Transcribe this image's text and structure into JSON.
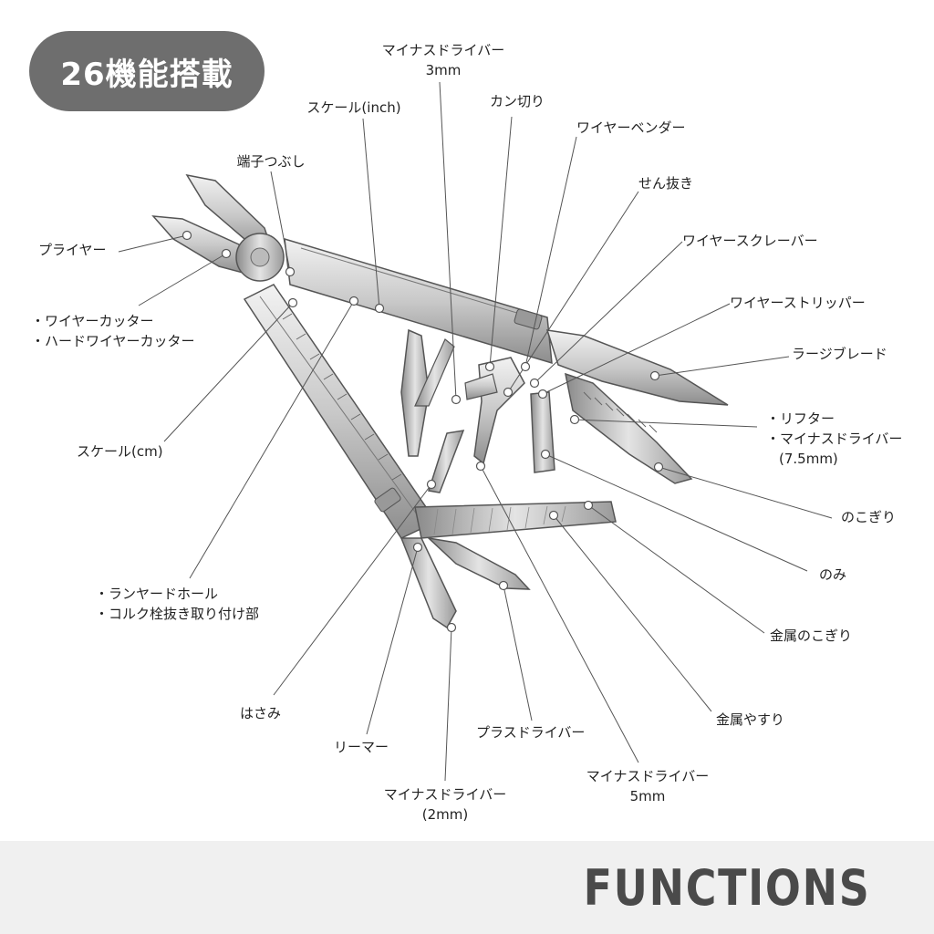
{
  "badge": {
    "text": "26機能搭載"
  },
  "footer": {
    "title": "FUNCTIONS"
  },
  "labels": {
    "minus_3mm": [
      "マイナスドライバー",
      "3mm"
    ],
    "scale_inch": "スケール(inch)",
    "can_opener": "カン切り",
    "wire_bender": "ワイヤーベンダー",
    "crimper": "端子つぶし",
    "bottle_opener": "せん抜き",
    "pliers": "プライヤー",
    "wire_scraper": "ワイヤースクレーバー",
    "wire_cutters": [
      "・ワイヤーカッター",
      "・ハードワイヤーカッター"
    ],
    "wire_stripper": "ワイヤーストリッパー",
    "large_blade": "ラージブレード",
    "lifter_minus": [
      "・リフター",
      "・マイナスドライバー",
      "(7.5mm)"
    ],
    "scale_cm": "スケール(cm)",
    "saw": "のこぎり",
    "chisel": "のみ",
    "lanyard": [
      "・ランヤードホール",
      "・コルク栓抜き取り付け部"
    ],
    "metal_saw": "金属のこぎり",
    "scissors": "はさみ",
    "metal_file": "金属やすり",
    "reamer": "リーマー",
    "phillips": "プラスドライバー",
    "minus_2mm": [
      "マイナスドライバー",
      "(2mm)"
    ],
    "minus_5mm": [
      "マイナスドライバー",
      "5mm"
    ]
  }
}
